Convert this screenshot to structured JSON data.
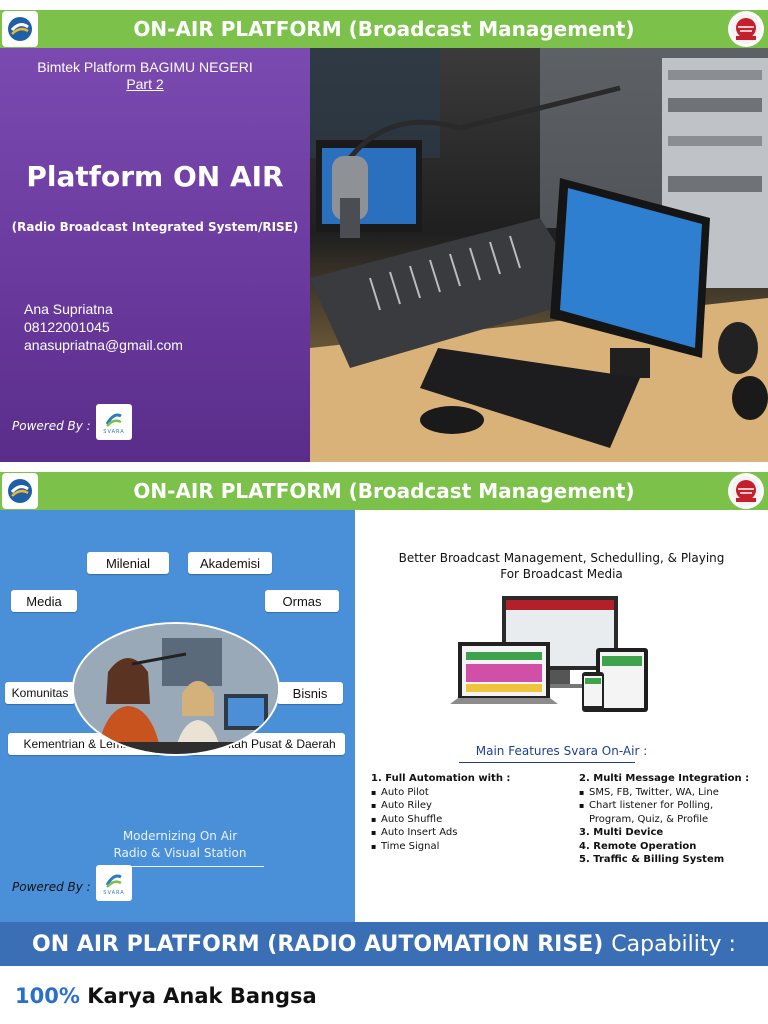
{
  "slide1": {
    "header": "ON-AIR PLATFORM (Broadcast Management)",
    "event": "Bimtek Platform BAGIMU NEGERI",
    "part": "Part 2",
    "title": "Platform ON AIR",
    "subtitle": "(Radio Broadcast Integrated System/RISE)",
    "author_name": "Ana Supriatna",
    "author_phone": "08122001045",
    "author_email": "anasupriatna@gmail.com",
    "powered_by": "Powered By :"
  },
  "slide2": {
    "header": "ON-AIR PLATFORM (Broadcast Management)",
    "audience": [
      "Milenial",
      "Akademisi",
      "Media",
      "Ormas",
      "Komunitas",
      "Bisnis",
      "Kementrian & Lembaga",
      "Pemerintah Pusat & Daerah"
    ],
    "modernizing_1": "Modernizing On Air",
    "modernizing_2": "Radio & Visual Station",
    "powered_by": "Powered By :",
    "better_1": "Better Broadcast Management, Schedulling, & Playing",
    "better_2": "For Broadcast Media",
    "main_features": "Main Features Svara On-Air :",
    "features_left_title": "1. Full Automation with :",
    "features_left_items": [
      "Auto Pilot",
      "Auto Riley",
      "Auto Shuffle",
      "Auto Insert Ads",
      "Time Signal"
    ],
    "features_right_title": "2. Multi Message Integration :",
    "features_right_items": [
      "SMS, FB, Twitter, WA, Line",
      "Chart listener for Polling,",
      "Program, Quiz, & Profile"
    ],
    "features_right_more": [
      "3. Multi Device",
      "4. Remote Operation",
      "5. Traffic & Billing System"
    ]
  },
  "capability": {
    "bold": "ON AIR PLATFORM (RADIO AUTOMATION RISE)",
    "rest": "Capability :"
  },
  "karya": {
    "percent": "100%",
    "text": "Karya Anak Bangsa"
  },
  "logo_text": "SVARA",
  "colors": {
    "header_green": "#7cc24a",
    "slide1_purple": "#6a3a9e",
    "slide2_blue": "#4a90d9",
    "capability_blue": "#3a6fb5",
    "percent_blue": "#2a6fd0"
  }
}
